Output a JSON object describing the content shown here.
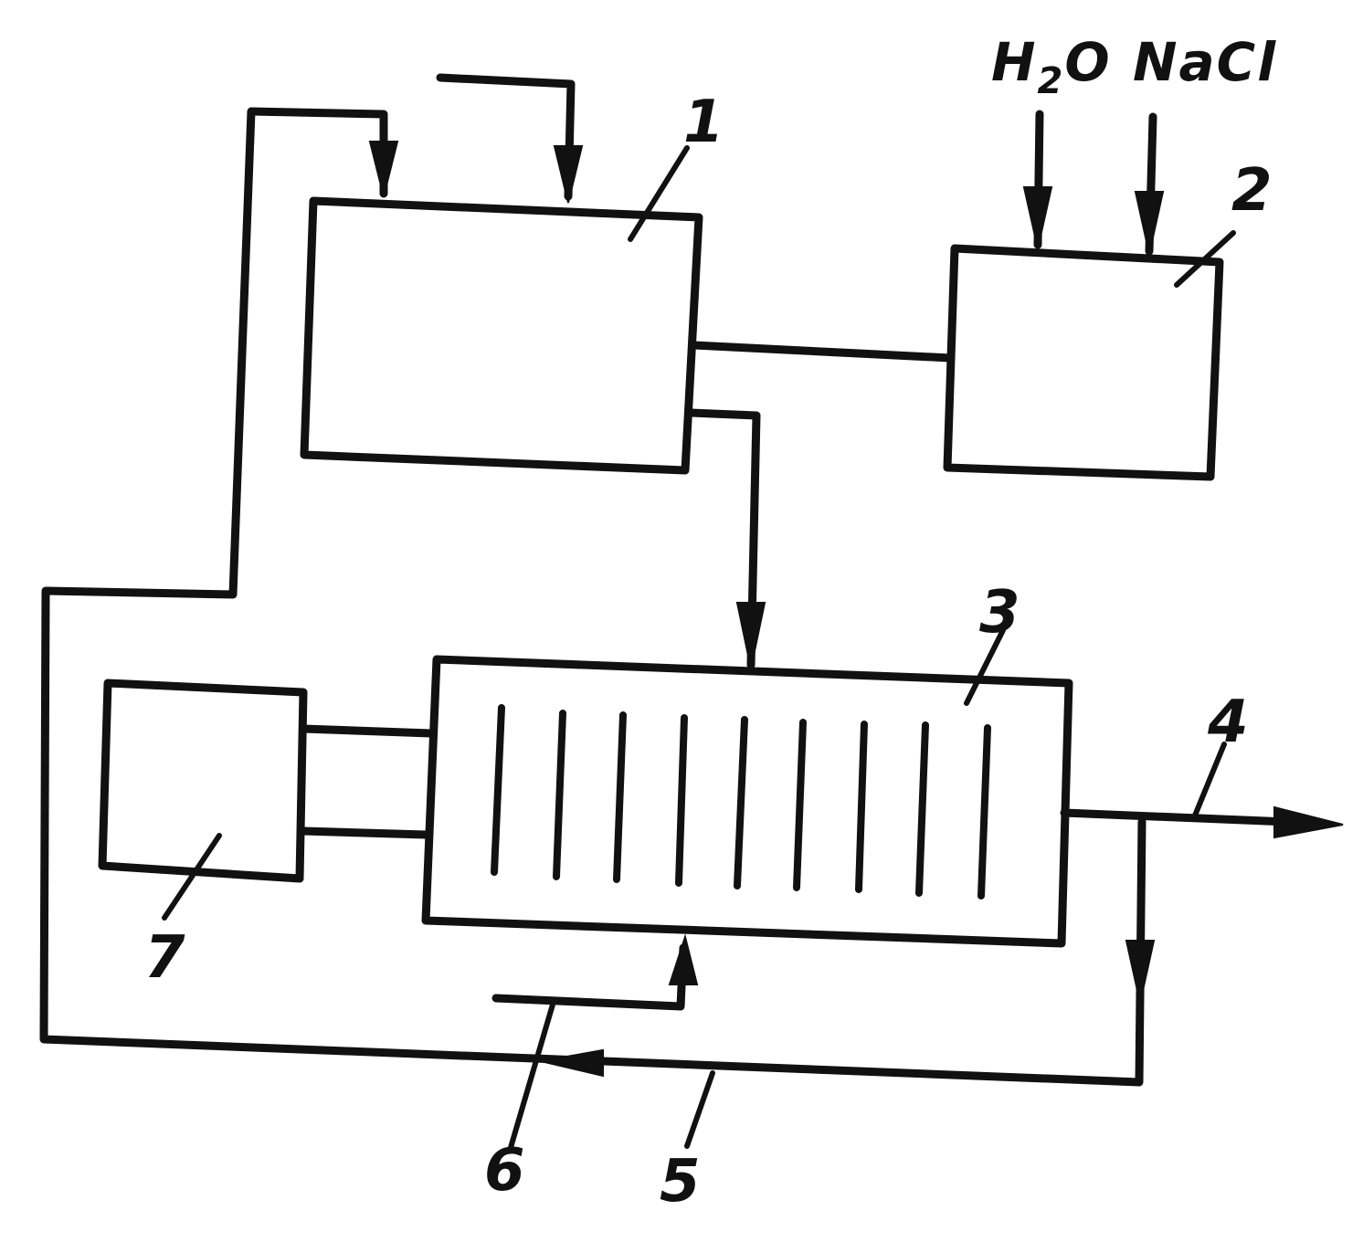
{
  "inputs": {
    "water": {
      "main": "H",
      "sub": "2",
      "rest": "O"
    },
    "salt": "NaCl"
  },
  "labels": [
    "1",
    "2",
    "3",
    "4",
    "5",
    "6",
    "7"
  ]
}
